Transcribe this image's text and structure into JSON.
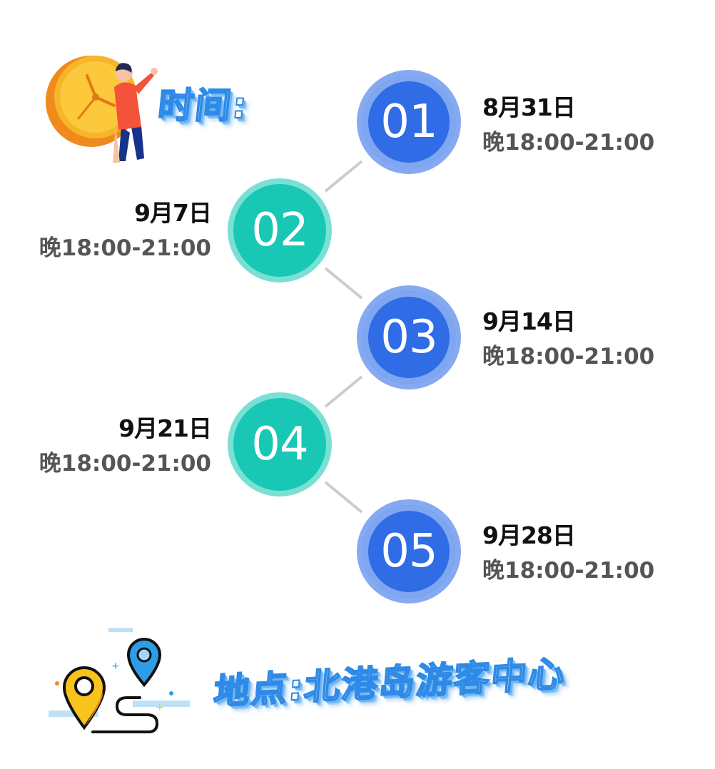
{
  "header": {
    "time_label": "时间:"
  },
  "timeline": [
    {
      "num": "01",
      "date": "8月31日",
      "time": "晚18:00-21:00",
      "color": "#2f6ce5"
    },
    {
      "num": "02",
      "date": "9月7日",
      "time": "晚18:00-21:00",
      "color": "#19c7b5"
    },
    {
      "num": "03",
      "date": "9月14日",
      "time": "晚18:00-21:00",
      "color": "#2f6ce5"
    },
    {
      "num": "04",
      "date": "9月21日",
      "time": "晚18:00-21:00",
      "color": "#19c7b5"
    },
    {
      "num": "05",
      "date": "9月28日",
      "time": "晚18:00-21:00",
      "color": "#2f6ce5"
    }
  ],
  "location": {
    "label": "地点:北港岛游客中心"
  },
  "icons": [
    "clock-person-icon",
    "map-pin-route-icon"
  ]
}
